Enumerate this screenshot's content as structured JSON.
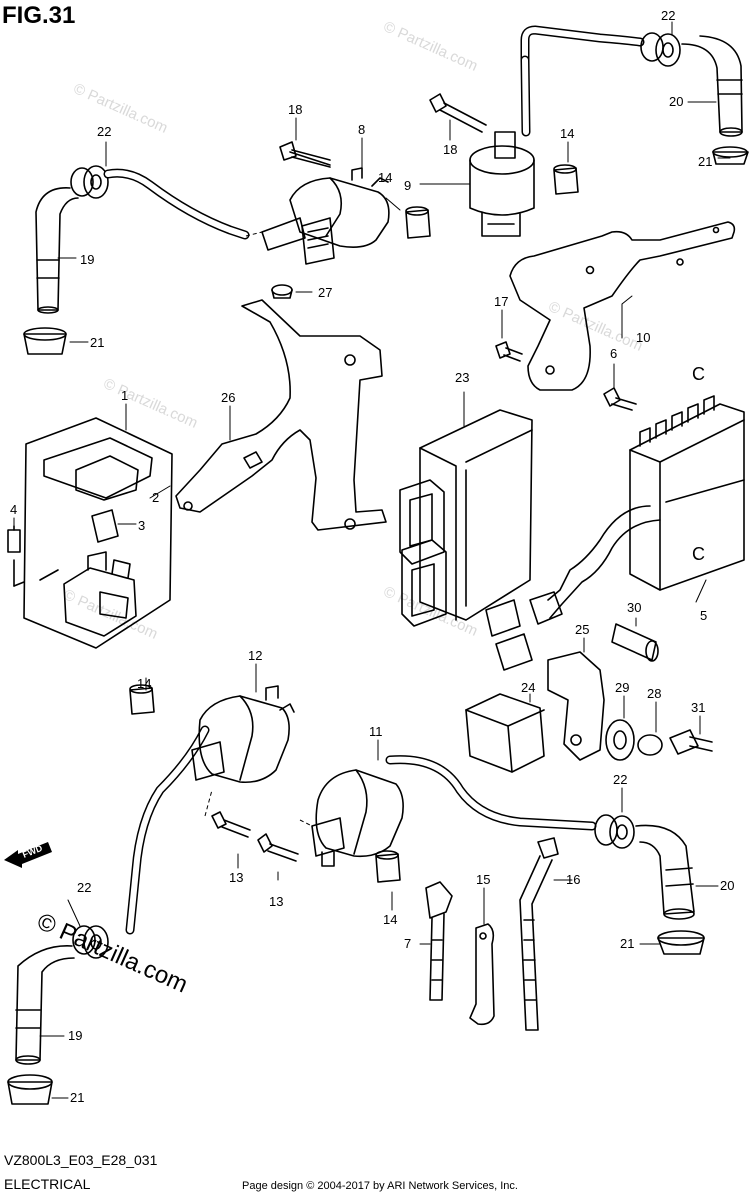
{
  "figure": {
    "title": "FIG.31",
    "model_code": "VZ800L3_E03_E28_031",
    "section": "ELECTRICAL",
    "copyright": "Page design © 2004-2017 by ARI Network Services, Inc.",
    "site_watermark": "© Partzilla.com",
    "fwd_label": "FWD",
    "watermark_text": "© Partzilla.com"
  },
  "callouts": [
    {
      "id": "c22a",
      "text": "22"
    },
    {
      "id": "c20a",
      "text": "20"
    },
    {
      "id": "c21a",
      "text": "21"
    },
    {
      "id": "c18a",
      "text": "18"
    },
    {
      "id": "c8",
      "text": "8"
    },
    {
      "id": "c18b",
      "text": "18"
    },
    {
      "id": "c14a",
      "text": "14"
    },
    {
      "id": "c14b",
      "text": "14"
    },
    {
      "id": "c9",
      "text": "9"
    },
    {
      "id": "c22b",
      "text": "22"
    },
    {
      "id": "c19a",
      "text": "19"
    },
    {
      "id": "c27",
      "text": "27"
    },
    {
      "id": "c21b",
      "text": "21"
    },
    {
      "id": "c17",
      "text": "17"
    },
    {
      "id": "c10",
      "text": "10"
    },
    {
      "id": "c6",
      "text": "6"
    },
    {
      "id": "c1",
      "text": "1"
    },
    {
      "id": "c26",
      "text": "26"
    },
    {
      "id": "c23",
      "text": "23"
    },
    {
      "id": "c2",
      "text": "2"
    },
    {
      "id": "c4",
      "text": "4"
    },
    {
      "id": "c3",
      "text": "3"
    },
    {
      "id": "c5",
      "text": "5"
    },
    {
      "id": "c30",
      "text": "30"
    },
    {
      "id": "c25",
      "text": "25"
    },
    {
      "id": "c12",
      "text": "12"
    },
    {
      "id": "c14c",
      "text": "14"
    },
    {
      "id": "c24",
      "text": "24"
    },
    {
      "id": "c29",
      "text": "29"
    },
    {
      "id": "c28",
      "text": "28"
    },
    {
      "id": "c31",
      "text": "31"
    },
    {
      "id": "c11",
      "text": "11"
    },
    {
      "id": "c22c",
      "text": "22"
    },
    {
      "id": "c13a",
      "text": "13"
    },
    {
      "id": "c13b",
      "text": "13"
    },
    {
      "id": "c15",
      "text": "15"
    },
    {
      "id": "c16",
      "text": "16"
    },
    {
      "id": "c20b",
      "text": "20"
    },
    {
      "id": "c22d",
      "text": "22"
    },
    {
      "id": "c14d",
      "text": "14"
    },
    {
      "id": "c7",
      "text": "7"
    },
    {
      "id": "c21c",
      "text": "21"
    },
    {
      "id": "c19b",
      "text": "19"
    },
    {
      "id": "c21d",
      "text": "21"
    }
  ],
  "regulator_marks": [
    "C",
    "C"
  ],
  "colors": {
    "ink": "#000000",
    "watermark": "#d9d9d9"
  }
}
